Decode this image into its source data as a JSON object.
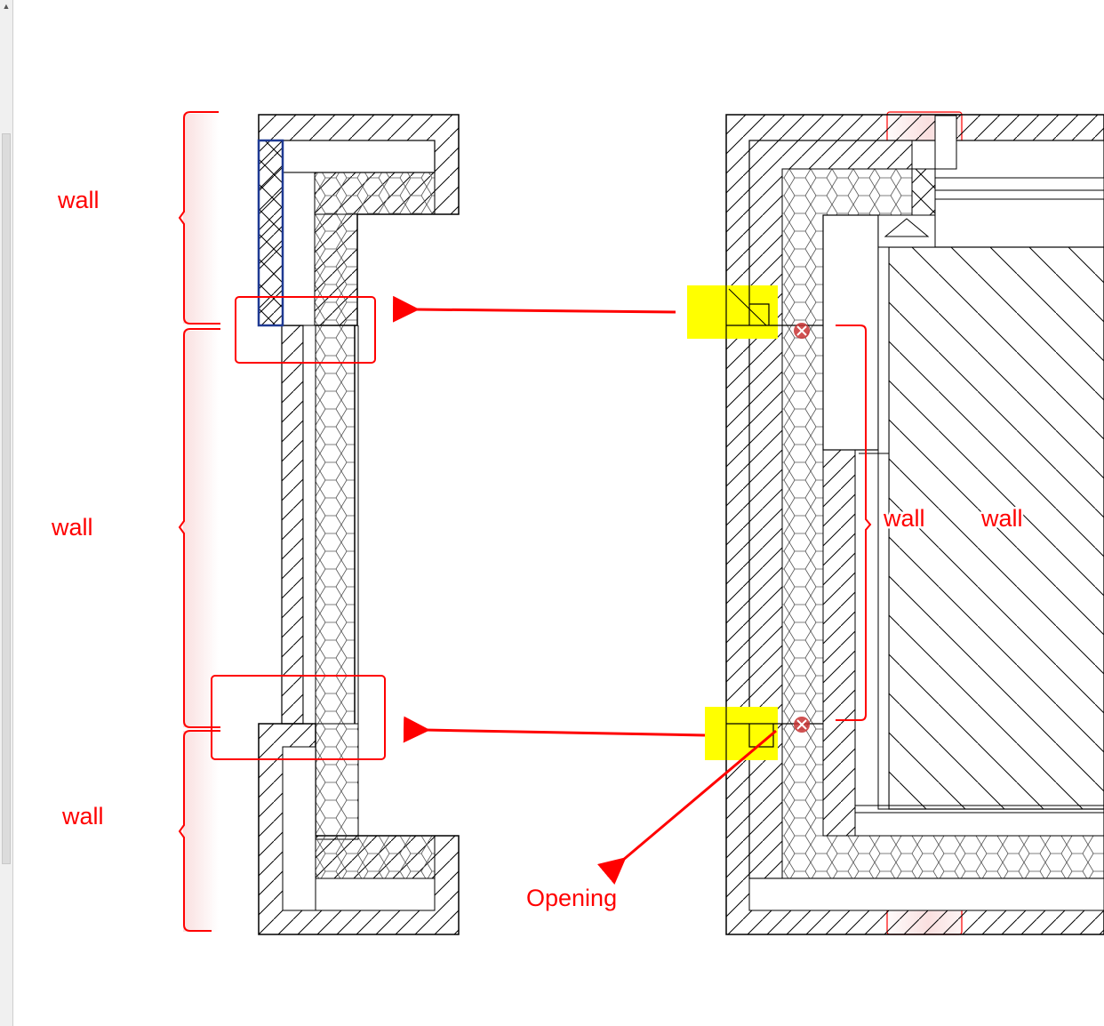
{
  "labels": {
    "wall_left_top": "wall",
    "wall_left_middle": "wall",
    "wall_left_bottom": "wall",
    "wall_right_inner": "wall",
    "wall_right_outer": "wall",
    "opening": "Opening"
  },
  "colors": {
    "annotation": "#ff0000",
    "highlight": "#ffff00",
    "selection": "#1f3a93",
    "line": "#000000",
    "band": "#f3b8b8",
    "marker": "#c83232"
  },
  "icons": {
    "error_marker": "x-marker-icon"
  }
}
